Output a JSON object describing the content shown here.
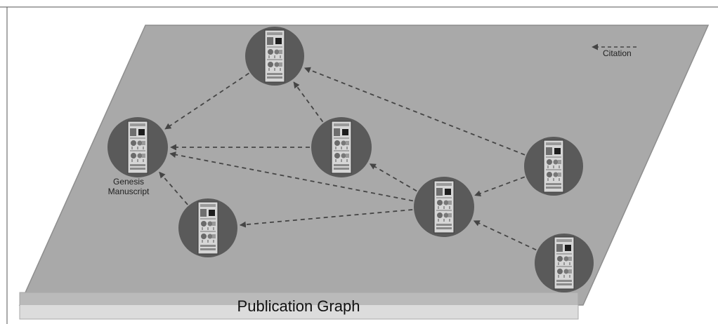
{
  "diagram": {
    "title": "Publication Graph",
    "legend": {
      "label": "Citation",
      "line_style": "dashed"
    },
    "node_labels": {
      "genesis": "Genesis Manuscript"
    },
    "nodes": [
      {
        "id": "top-center"
      },
      {
        "id": "genesis"
      },
      {
        "id": "middle-center"
      },
      {
        "id": "lower-left"
      },
      {
        "id": "right-hub"
      },
      {
        "id": "far-right-upper"
      },
      {
        "id": "far-right-lower"
      }
    ],
    "edges": [
      {
        "from": "top-center",
        "to": "genesis"
      },
      {
        "from": "middle-center",
        "to": "top-center"
      },
      {
        "from": "middle-center",
        "to": "genesis"
      },
      {
        "from": "far-right-upper",
        "to": "top-center"
      },
      {
        "from": "right-hub",
        "to": "genesis"
      },
      {
        "from": "right-hub",
        "to": "middle-center"
      },
      {
        "from": "right-hub",
        "to": "lower-left"
      },
      {
        "from": "lower-left",
        "to": "genesis"
      },
      {
        "from": "far-right-upper",
        "to": "right-hub"
      },
      {
        "from": "far-right-lower",
        "to": "right-hub"
      }
    ],
    "colors": {
      "plane": "#a9a9a9",
      "plane_edge": "#8e8e8e",
      "base_bar": "#dcdcdc",
      "node": "#5a5a5a",
      "arrow": "#454545"
    }
  }
}
